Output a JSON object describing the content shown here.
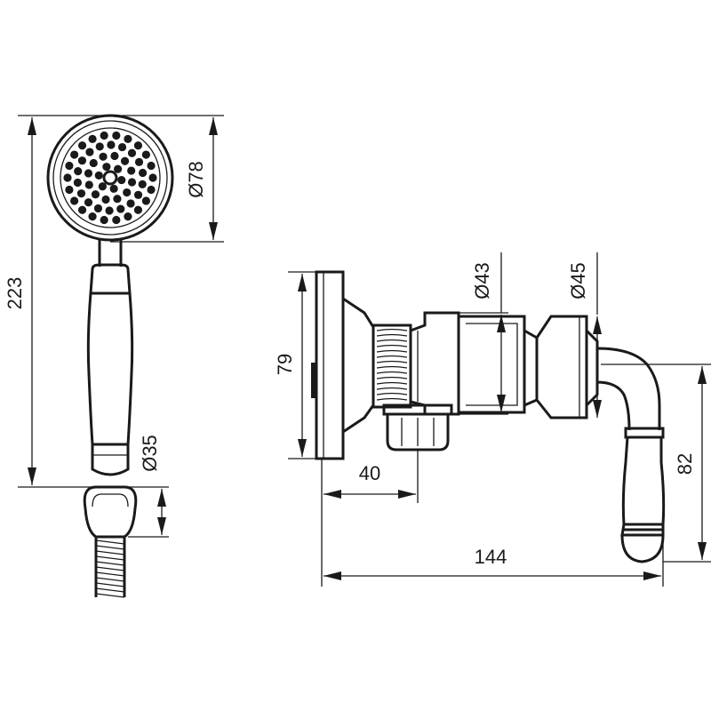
{
  "drawing": {
    "dimensions": {
      "shower_head_diameter": "Ø78",
      "hand_shower_length": "223",
      "handle_diameter": "Ø35",
      "wall_plate_height": "79",
      "body_diameter": "Ø43",
      "lever_base_diameter": "Ø45",
      "outlet_offset": "40",
      "lever_height": "82",
      "total_depth": "144"
    },
    "colors": {
      "line": "#1a1a1a",
      "background": "#ffffff"
    }
  }
}
